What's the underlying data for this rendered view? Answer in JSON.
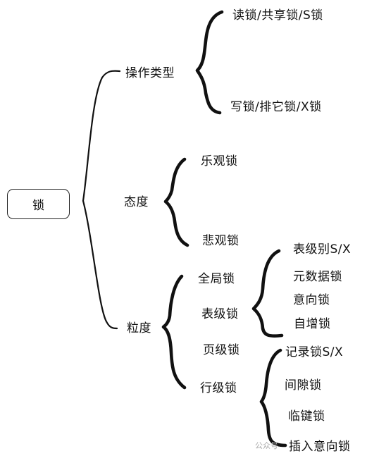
{
  "root": "锁",
  "branches": [
    {
      "label": "操作类型",
      "children": [
        "读锁/共享锁/S锁",
        "写锁/排它锁/X锁"
      ]
    },
    {
      "label": "态度",
      "children": [
        "乐观锁",
        "悲观锁"
      ]
    },
    {
      "label": "粒度",
      "children": [
        "全局锁",
        "表级锁",
        "页级锁",
        "行级锁"
      ]
    }
  ],
  "table_lock_children": [
    "表级别S/X",
    "元数据锁",
    "意向锁",
    "自增锁"
  ],
  "row_lock_children": [
    "记录锁S/X",
    "间隙锁",
    "临键锁",
    "插入意向锁"
  ],
  "watermark": "公众号"
}
